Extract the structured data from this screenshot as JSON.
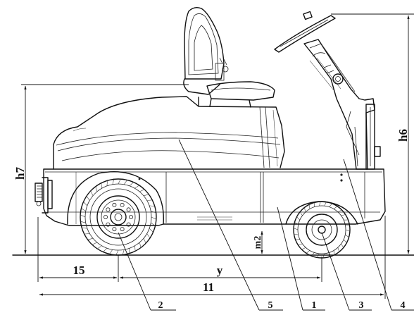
{
  "dimensions": {
    "h7": "h7",
    "h6": "h6",
    "m2": "m2",
    "d15": "15",
    "y": "y",
    "d11": "11"
  },
  "callouts": [
    "2",
    "5",
    "1",
    "3",
    "4"
  ]
}
